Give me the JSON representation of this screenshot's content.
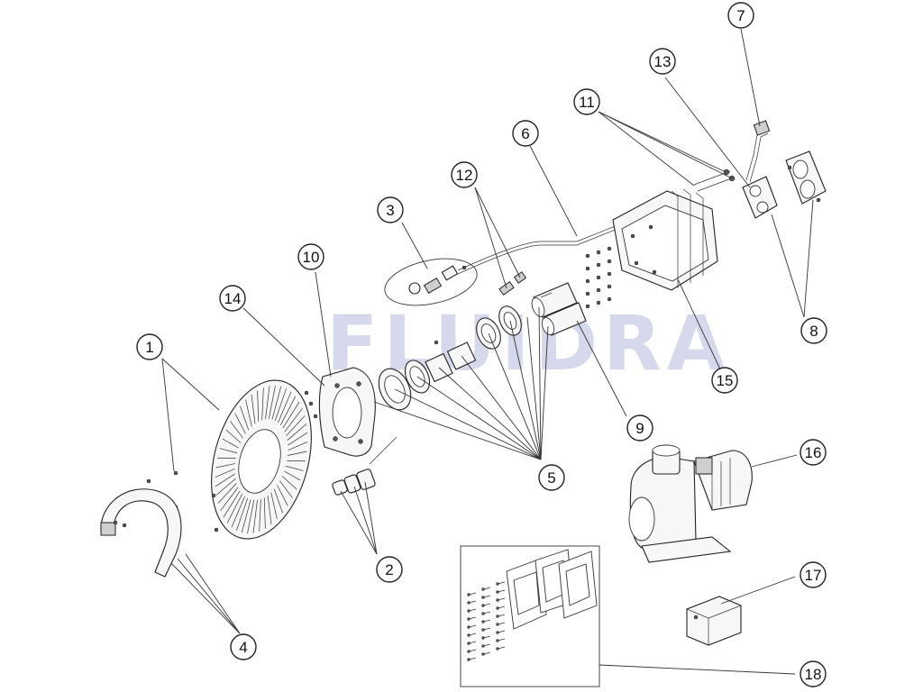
{
  "watermark": {
    "text": "FLUIDRA"
  },
  "callouts": [
    {
      "id": "1",
      "label": "1"
    },
    {
      "id": "2",
      "label": "2"
    },
    {
      "id": "3",
      "label": "3"
    },
    {
      "id": "4",
      "label": "4"
    },
    {
      "id": "5",
      "label": "5"
    },
    {
      "id": "6",
      "label": "6"
    },
    {
      "id": "7",
      "label": "7"
    },
    {
      "id": "8",
      "label": "8"
    },
    {
      "id": "9",
      "label": "9"
    },
    {
      "id": "10",
      "label": "10"
    },
    {
      "id": "11",
      "label": "11"
    },
    {
      "id": "12",
      "label": "12"
    },
    {
      "id": "13",
      "label": "13"
    },
    {
      "id": "14",
      "label": "14"
    },
    {
      "id": "15",
      "label": "15"
    },
    {
      "id": "16",
      "label": "16"
    },
    {
      "id": "17",
      "label": "17"
    },
    {
      "id": "18",
      "label": "18"
    }
  ],
  "colors": {
    "line": "#222222",
    "background": "#ffffff",
    "watermark": "#c9cbe6"
  }
}
